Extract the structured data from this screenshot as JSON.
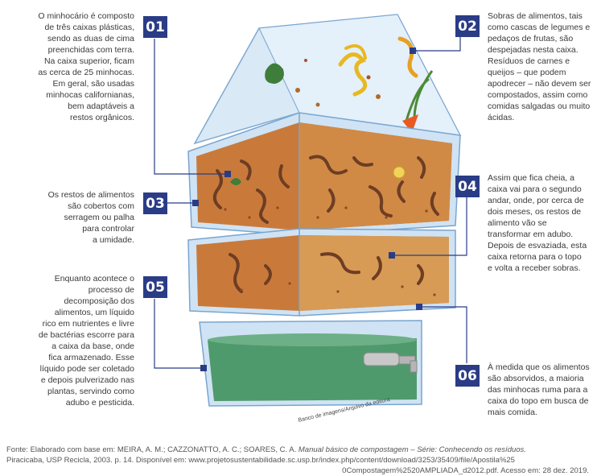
{
  "callouts": [
    {
      "number": "01",
      "lines": [
        "O minhocário é composto",
        "de três caixas plásticas,",
        "sendo as duas de cima",
        "preenchidas com terra.",
        "Na caixa superior, ficam",
        "as cerca de 25 minhocas.",
        "Em geral, são usadas",
        "minhocas californianas,",
        "bem adaptáveis a",
        "restos orgânicos."
      ]
    },
    {
      "number": "02",
      "lines": [
        "Sobras de alimentos, tais",
        "como cascas de legumes e",
        "pedaços de frutas, são",
        "despejadas nesta caixa.",
        "Resíduos de carnes e",
        "queijos – que podem",
        "apodrecer – não devem ser",
        "compostados, assim como",
        "comidas salgadas ou muito",
        "ácidas."
      ]
    },
    {
      "number": "03",
      "lines": [
        "Os restos de alimentos",
        "são cobertos com",
        "serragem ou palha",
        "para controlar",
        "a umidade."
      ]
    },
    {
      "number": "04",
      "lines": [
        "Assim que fica cheia, a",
        "caixa vai para o segundo",
        "andar, onde, por cerca de",
        "dois meses, os restos de",
        "alimento vão se",
        "transformar em adubo.",
        "Depois de esvaziada, esta",
        "caixa retorna para o topo",
        "e volta a receber sobras."
      ]
    },
    {
      "number": "05",
      "lines": [
        "Enquanto acontece o",
        "processo de",
        "decomposição dos",
        "alimentos, um líquido",
        "rico em nutrientes e livre",
        "de bactérias escorre para",
        "a caixa da base, onde",
        "fica armazenado. Esse",
        "líquido pode ser coletado",
        "e depois pulverizado nas",
        "plantas, servindo como",
        "adubo e pesticida."
      ]
    },
    {
      "number": "06",
      "lines": [
        "À medida que os alimentos",
        "são absorvidos, a maioria",
        "das minhocas ruma para a",
        "caixa do topo em busca de",
        "mais comida."
      ]
    }
  ],
  "image_credit": "Banco de imagens/Arquivo da editora",
  "source": {
    "line1_prefix": "Fonte: Elaborado com base em: MEIRA, A. M.; CAZZONATTO, A. C.; SOARES, C. A. ",
    "line1_title": "Manual básico de compostagem – Série: Conhecendo os resíduos.",
    "line2": "Piracicaba, USP Recicla, 2003. p. 14. Disponível em: www.projetosustentabilidade.sc.usp.br/index.php/content/download/3253/35409/file/Apostila%25",
    "line3": "0Compostagem%2520AMPLIADA_d2012.pdf. Acesso em: 28 dez. 2019."
  },
  "colors": {
    "badge": "#2a3c86",
    "glass": "#cfe3f4",
    "soil": "#c97a3b",
    "soil_light": "#d79b55",
    "liquid": "#4f9a6c",
    "worm": "#6e3d23"
  }
}
